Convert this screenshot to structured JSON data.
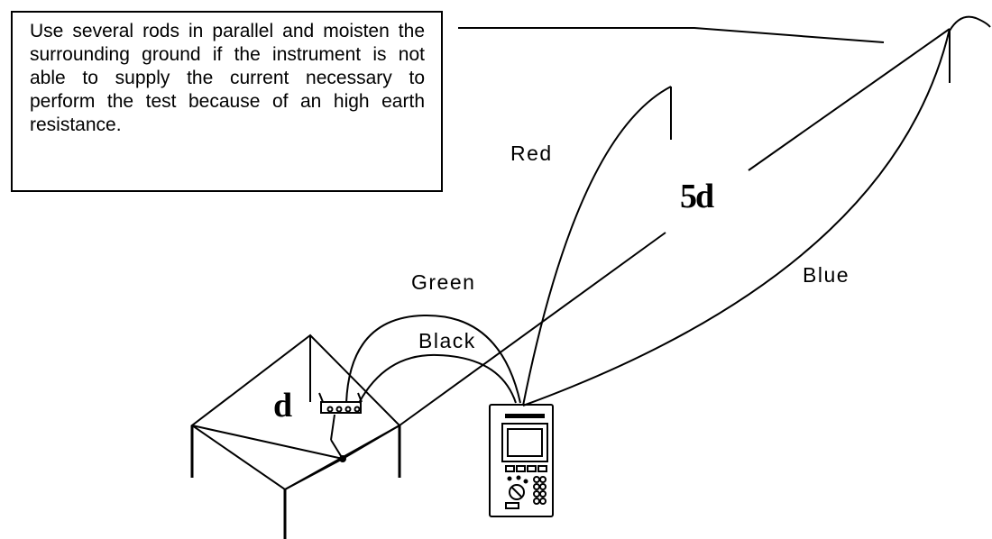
{
  "note": {
    "text": "Use several rods in parallel and moisten the surrounding ground if the instrument is not able to supply the current necessary to perform the test because of an high earth resistance."
  },
  "labels": {
    "red": "Red",
    "green": "Green",
    "black": "Black",
    "blue": "Blue",
    "distance_near": "d",
    "distance_far": "5d"
  },
  "instrument": {
    "name": "instrument-icon"
  }
}
